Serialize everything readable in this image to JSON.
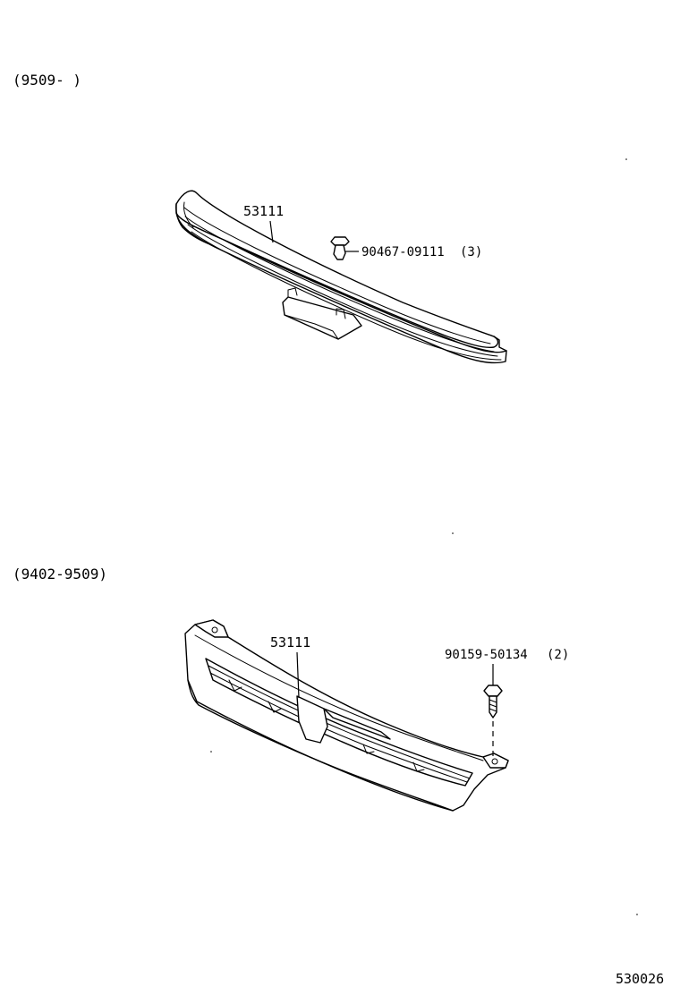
{
  "sections": [
    {
      "range_label": "(9509-      )",
      "grille_part_no": "53111",
      "fastener_part_no": "90467-09111",
      "fastener_qty": "(3)"
    },
    {
      "range_label": "(9402-9509)",
      "grille_part_no": "53111",
      "fastener_part_no": "90159-50134",
      "fastener_qty": "(2)"
    }
  ],
  "diagram_id": "530026"
}
